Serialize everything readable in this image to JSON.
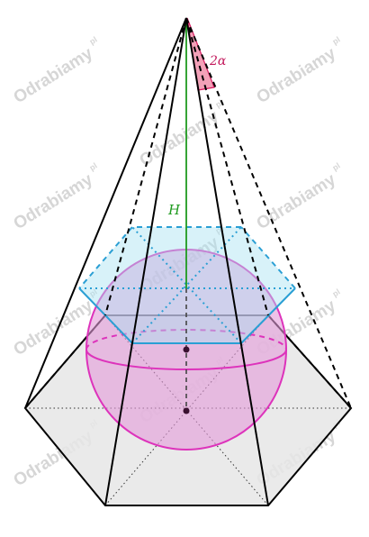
{
  "labels": {
    "height": "H",
    "angle": "2α"
  },
  "watermark": {
    "text": "Odrabiamy",
    "suffix": "pl"
  },
  "colors": {
    "edges": "#000000",
    "height_line": "#1f9a1f",
    "height_label": "#1f9a1f",
    "angle_fill": "#f08aa6",
    "angle_stroke": "#d81b60",
    "angle_label": "#c2185b",
    "sphere_fill": "#e39ad8",
    "sphere_stroke": "#dd33bb",
    "hexagon_fill": "#a8e2f2",
    "hexagon_stroke": "#2a9fd4",
    "base_fill": "#e6e6e6",
    "watermark": "#d6d6d6"
  }
}
